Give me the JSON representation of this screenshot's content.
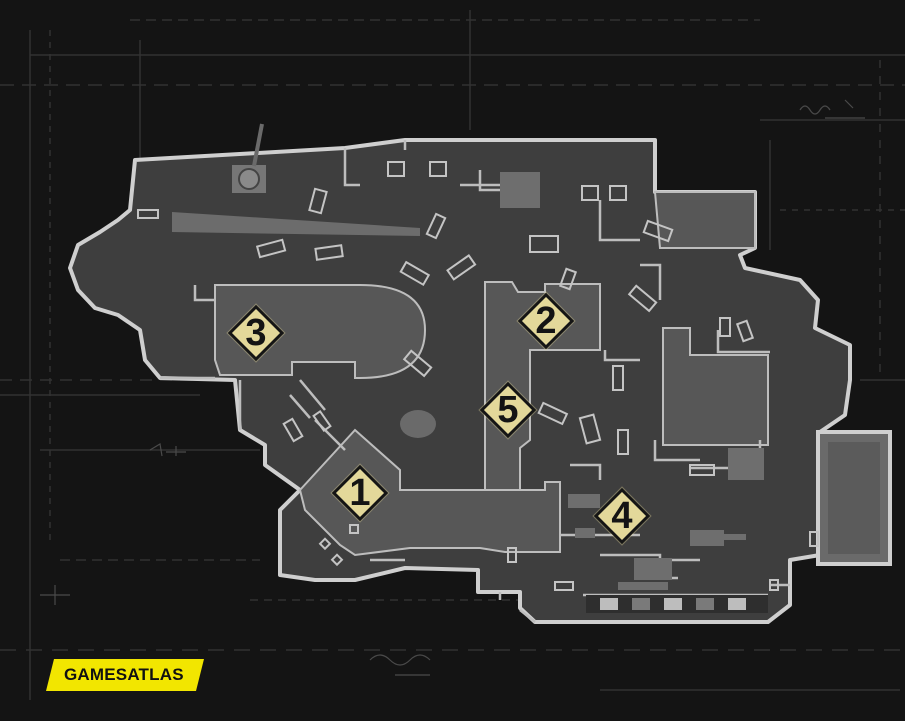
{
  "map": {
    "colors": {
      "background": "#141414",
      "floor": "#3e3e3e",
      "outline": "#cfcfcf",
      "highlight": "#575757",
      "marker": "#e3d89a",
      "brand": "#f2e600"
    },
    "markers": [
      {
        "id": "1",
        "label": "1"
      },
      {
        "id": "2",
        "label": "2"
      },
      {
        "id": "3",
        "label": "3"
      },
      {
        "id": "4",
        "label": "4"
      },
      {
        "id": "5",
        "label": "5"
      }
    ]
  },
  "brand": {
    "logo_text": "GAMESATLAS"
  }
}
